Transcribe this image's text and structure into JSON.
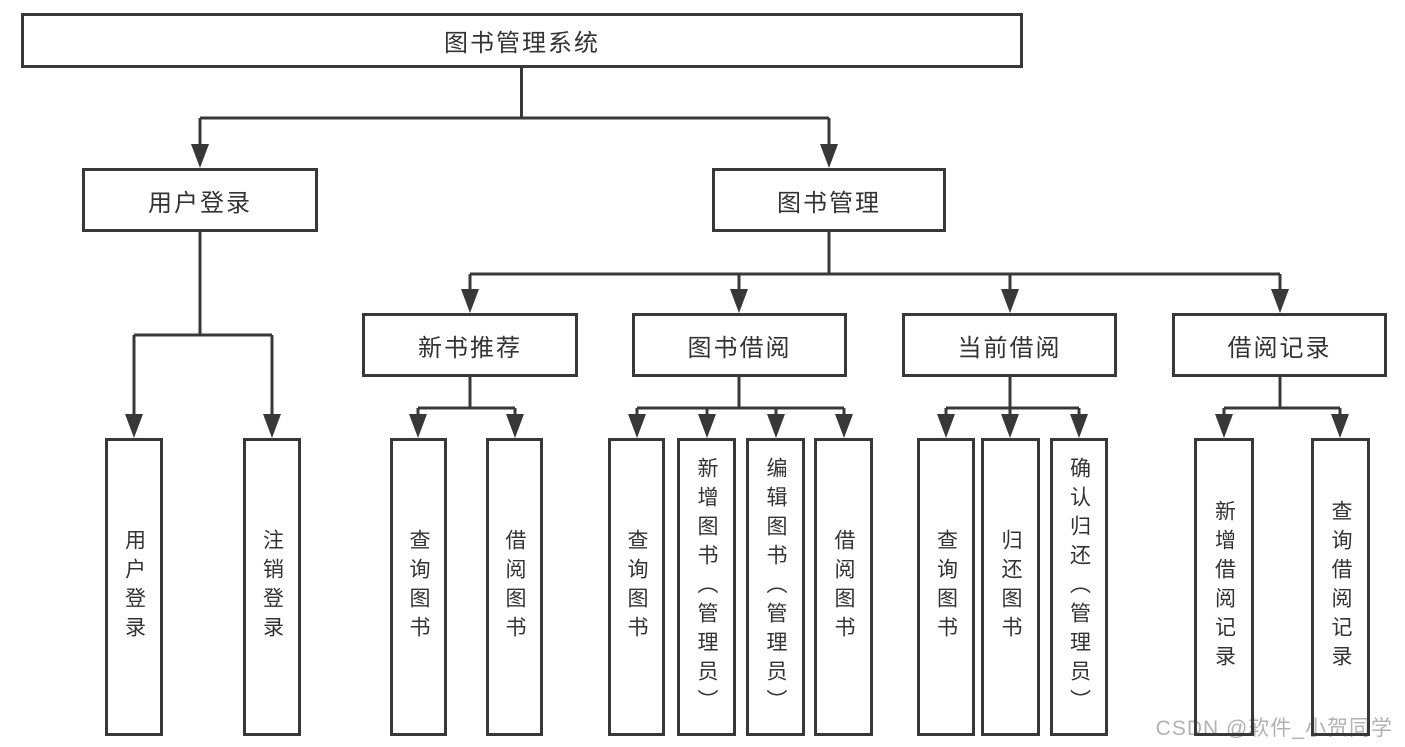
{
  "diagram": {
    "title": "图书管理系统",
    "groups": [
      {
        "label": "用户登录",
        "children": [
          "用户登录",
          "注销登录"
        ]
      },
      {
        "label": "图书管理",
        "subgroups": [
          {
            "label": "新书推荐",
            "children": [
              "查询图书",
              "借阅图书"
            ]
          },
          {
            "label": "图书借阅",
            "children": [
              "查询图书",
              "新增图书（管理员）",
              "编辑图书（管理员）",
              "借阅图书"
            ]
          },
          {
            "label": "当前借阅",
            "children": [
              "查询图书",
              "归还图书",
              "确认归还（管理员）"
            ]
          },
          {
            "label": "借阅记录",
            "children": [
              "新增借阅记录",
              "查询借阅记录"
            ]
          }
        ]
      }
    ]
  },
  "colors": {
    "line": "#383838",
    "text": "#333333",
    "watermark": "#b2b2b2",
    "background": "#ffffff"
  },
  "watermark": {
    "text": "CSDN @软件_小贺同学"
  }
}
